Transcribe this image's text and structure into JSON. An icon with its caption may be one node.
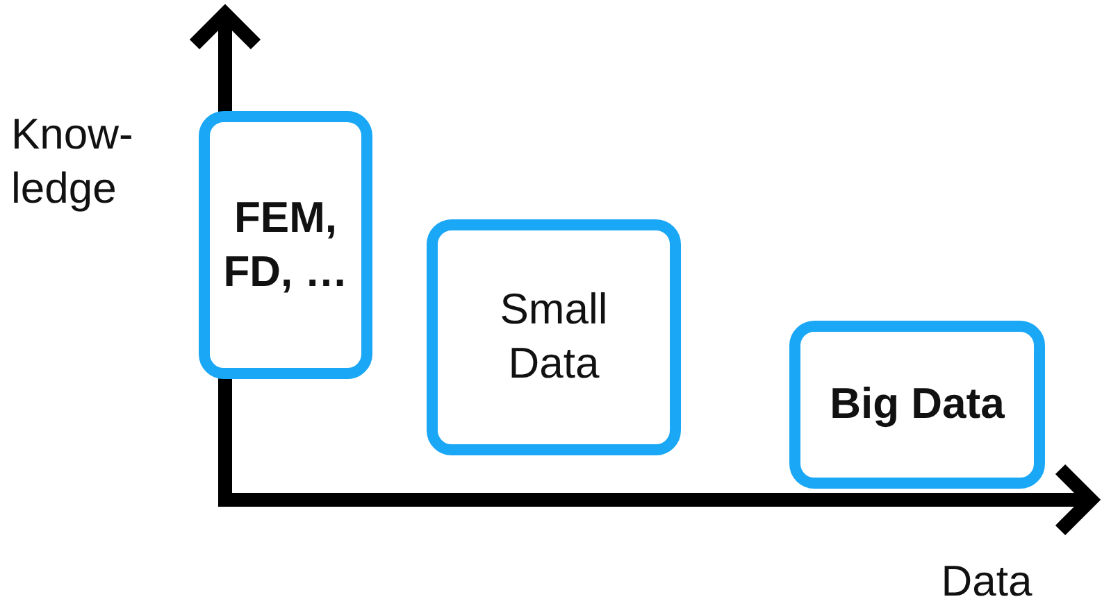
{
  "diagram": {
    "nodes": [
      {
        "text": [
          "FEM, FD, …"
        ]
      },
      {
        "text": [
          "Small Data"
        ]
      },
      {
        "text": [
          "Big Data"
        ]
      }
    ],
    "labels": [
      "Know- ledge",
      "Data"
    ]
  }
}
